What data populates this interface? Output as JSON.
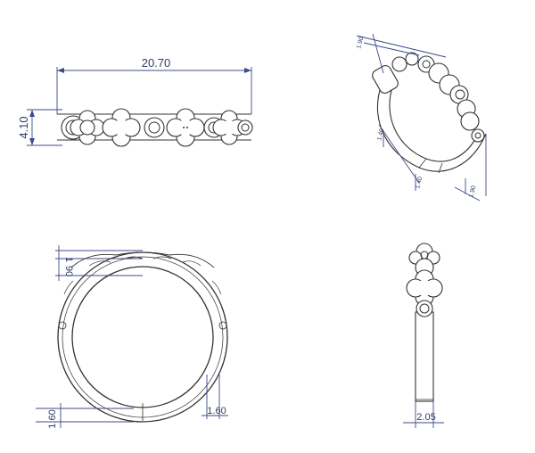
{
  "colors": {
    "line": "#333333",
    "dimension": "#3b4a8a",
    "background": "#ffffff"
  },
  "views": {
    "front": {
      "width_label": "20.70",
      "height_label": "4.10"
    },
    "isometric": {
      "label_a": "1.90",
      "label_b": "1.40",
      "label_c": "1.40",
      "label_d": "1.90"
    },
    "side_ring": {
      "top_label_a": "1",
      "top_label_b": "90",
      "bottom_label": "1.60",
      "side_label": "1.60"
    },
    "side_profile": {
      "width_label": "2.05"
    }
  }
}
